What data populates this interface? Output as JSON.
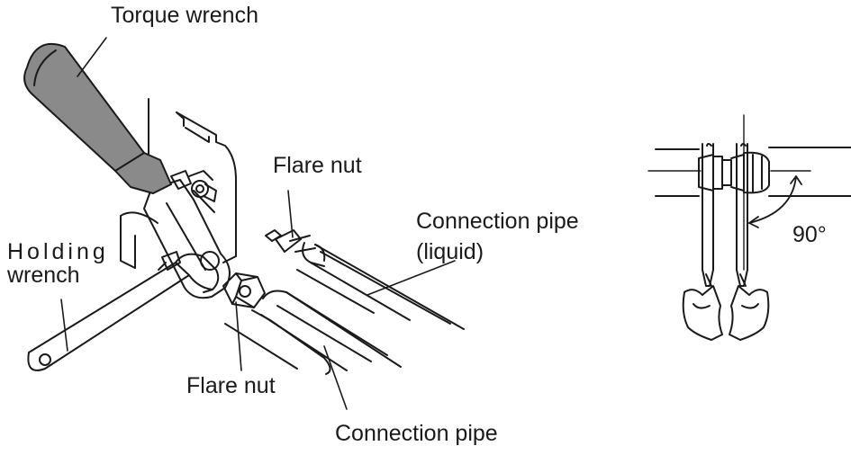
{
  "diagram": {
    "labels": {
      "torque_wrench": "Torque wrench",
      "flare_nut_top": "Flare nut",
      "connection_pipe_liquid_line1": "Connection pipe",
      "connection_pipe_liquid_line2": "(liquid)",
      "holding_wrench_line1": "Holding",
      "holding_wrench_line2": "wrench",
      "flare_nut_bottom": "Flare nut",
      "connection_pipe": "Connection pipe",
      "angle": "90°"
    },
    "colors": {
      "stroke": "#1a1a1a",
      "handle_fill": "#8a8a8a",
      "background": "#ffffff"
    }
  }
}
